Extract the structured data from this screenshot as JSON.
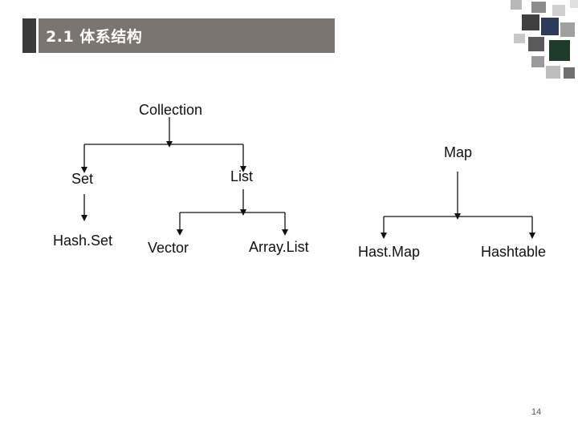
{
  "header": {
    "title": "2.1 体系结构"
  },
  "nodes": {
    "collection": "Collection",
    "map": "Map",
    "set": "Set",
    "list": "List",
    "hashset": "Hash.Set",
    "vector": "Vector",
    "arraylist": "Array.List",
    "hastmap": "Hast.Map",
    "hashtable": "Hashtable"
  },
  "page_number": "14"
}
